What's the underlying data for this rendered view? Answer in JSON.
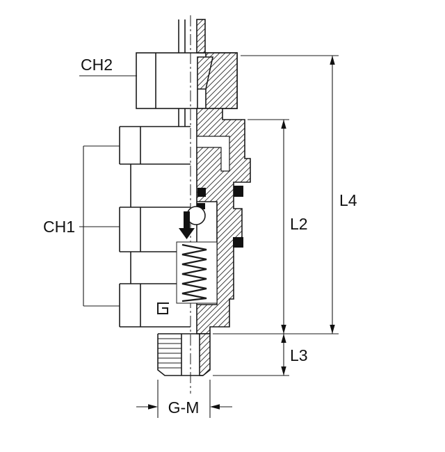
{
  "drawing": {
    "labels": {
      "ch2": "CH2",
      "ch1": "CH1"
    },
    "dimensions": {
      "l4": "L4",
      "l2": "L2",
      "l3": "L3",
      "gm": "G-M"
    }
  }
}
